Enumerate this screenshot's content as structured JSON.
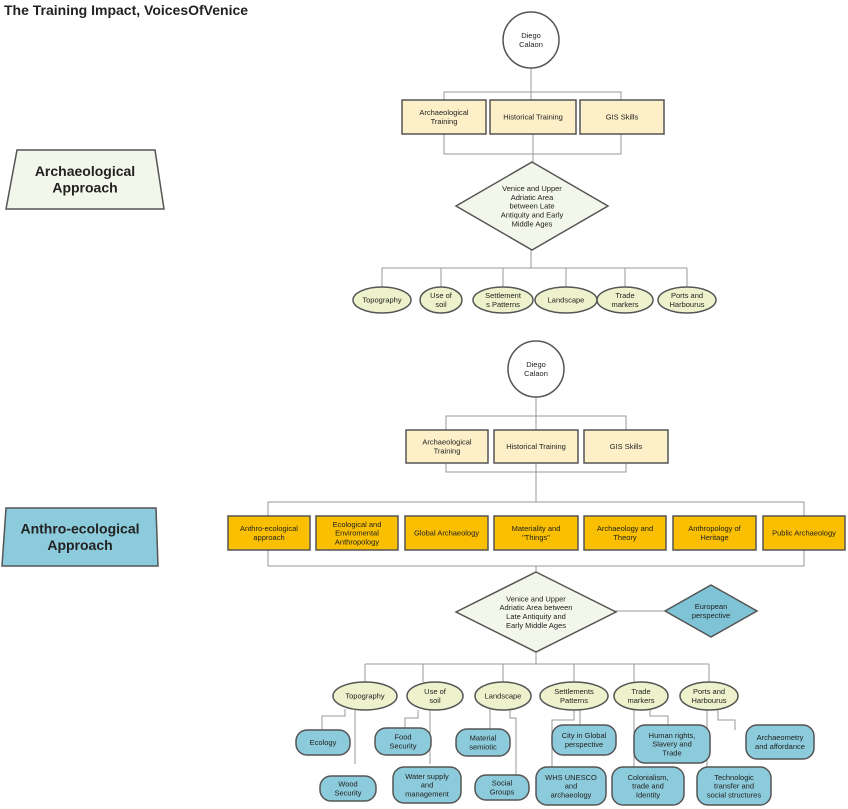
{
  "title": "The Training Impact, VoicesOfVenice",
  "colors": {
    "cream": "#fdf0c8",
    "orange": "#f9bf00",
    "oval": "#eef2cc",
    "blue_box": "#8ccbdb",
    "diamond_blue": "#7ec4d6",
    "approach_light": "#f3f6ea",
    "approach_blue": "#8ccbdb",
    "stroke": "#555555",
    "line": "#999999"
  },
  "top": {
    "approach": [
      "Archaeological",
      "Approach"
    ],
    "person": [
      "Diego",
      "Calaon"
    ],
    "trainings": [
      [
        "Archaeological",
        "Training"
      ],
      [
        "Historical Training"
      ],
      [
        "GIS Skills"
      ]
    ],
    "subject": [
      "Venice and Upper",
      "Adriatic Area",
      "between Late",
      "Antiquity and Early",
      "Middle Ages"
    ],
    "topics": [
      [
        "Topography"
      ],
      [
        "Use of",
        "soil"
      ],
      [
        "Settlement",
        "s Patterns"
      ],
      [
        "Landscape"
      ],
      [
        "Trade",
        "markers"
      ],
      [
        "Ports and",
        "Harbourus"
      ]
    ]
  },
  "bottom": {
    "approach": [
      "Anthro-ecological",
      "Approach"
    ],
    "person": [
      "Diego",
      "Calaon"
    ],
    "trainings": [
      [
        "Archaeological",
        "Training"
      ],
      [
        "Historical Training"
      ],
      [
        "GIS Skills"
      ]
    ],
    "disciplines": [
      [
        "Anthro-ecological",
        "approach"
      ],
      [
        "Ecological and",
        "Enviromental",
        "Anthropology"
      ],
      [
        "Global Archaeology"
      ],
      [
        "Materiality and",
        "\"Things\""
      ],
      [
        "Archaeology and",
        "Theory"
      ],
      [
        "Anthropology of",
        "Heritage"
      ],
      [
        "Public Archaeology"
      ]
    ],
    "subject": [
      "Venice and Upper",
      "Adriatic Area between",
      "Late Antiquity and",
      "Early Middle Ages"
    ],
    "european": [
      "European",
      "perspective"
    ],
    "topics": [
      [
        "Topography"
      ],
      [
        "Use of",
        "soil"
      ],
      [
        "Landscape"
      ],
      [
        "Settlements",
        "Patterns"
      ],
      [
        "Trade",
        "markers"
      ],
      [
        "Ports and",
        "Harbourus"
      ]
    ],
    "outcomes": [
      [
        "Ecology"
      ],
      [
        "Wood",
        "Security"
      ],
      [
        "Food",
        "Security"
      ],
      [
        "Water supply",
        "and",
        "management"
      ],
      [
        "Material",
        "semiotic"
      ],
      [
        "Social",
        "Groups"
      ],
      [
        "City in Global",
        "perspective"
      ],
      [
        "WHS UNESCO",
        "and",
        "archaeology"
      ],
      [
        "Colonialism,",
        "trade and",
        "Identity"
      ],
      [
        "Human rights,",
        "Slavery and",
        "Trade"
      ],
      [
        "Technologic",
        "transfer and",
        "social structures"
      ],
      [
        "Archaeometry",
        "and affordance"
      ]
    ]
  }
}
